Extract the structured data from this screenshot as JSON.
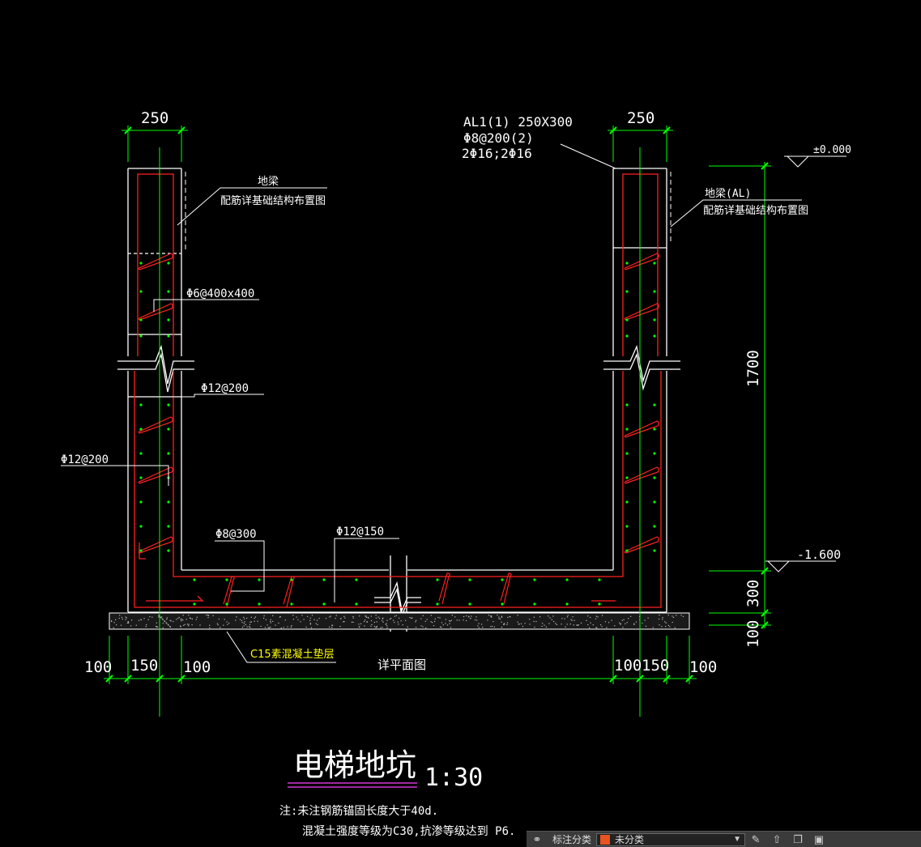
{
  "dims": {
    "left_wall_width": "250",
    "right_wall_width": "250",
    "elev_top": "±0.000",
    "elev_bottom": "-1.600",
    "height_1700": "1700",
    "height_300": "300",
    "height_100": "100",
    "bottom_left": [
      "100",
      "150",
      "100"
    ],
    "bottom_right": [
      "100",
      "150",
      "100"
    ]
  },
  "labels": {
    "beam_left_title": "地梁",
    "beam_left_note": "配筋详基础结构布置图",
    "beam_right_title": "地梁(AL)",
    "beam_right_note": "配筋详基础结构布置图",
    "al1_line1": "AL1(1) 250X300",
    "al1_line2": "Φ8@200(2)",
    "al1_line3": "2Φ16;2Φ16",
    "tie_rebar": "Φ6@400x400",
    "wall_rebar_inner": "Φ12@200",
    "wall_rebar_outer": "Φ12@200",
    "slab_dist": "Φ8@300",
    "slab_main": "Φ12@150",
    "bedding": "C15素混凝土垫层",
    "plan_ref": "详平面图"
  },
  "title_block": {
    "title": "电梯地坑",
    "scale": "1:30",
    "note1": "注:未注钢筋锚固长度大于40d.",
    "note2": "混凝土强度等级为C30,抗渗等级达到 P6."
  },
  "toolbar": {
    "label": "标注分类",
    "layer": "未分类"
  },
  "colors": {
    "rebar": "#ff2020",
    "dim": "#00ff00",
    "outline": "#ffffff",
    "yellow": "#ffff00",
    "magenta": "#ff40ff"
  }
}
